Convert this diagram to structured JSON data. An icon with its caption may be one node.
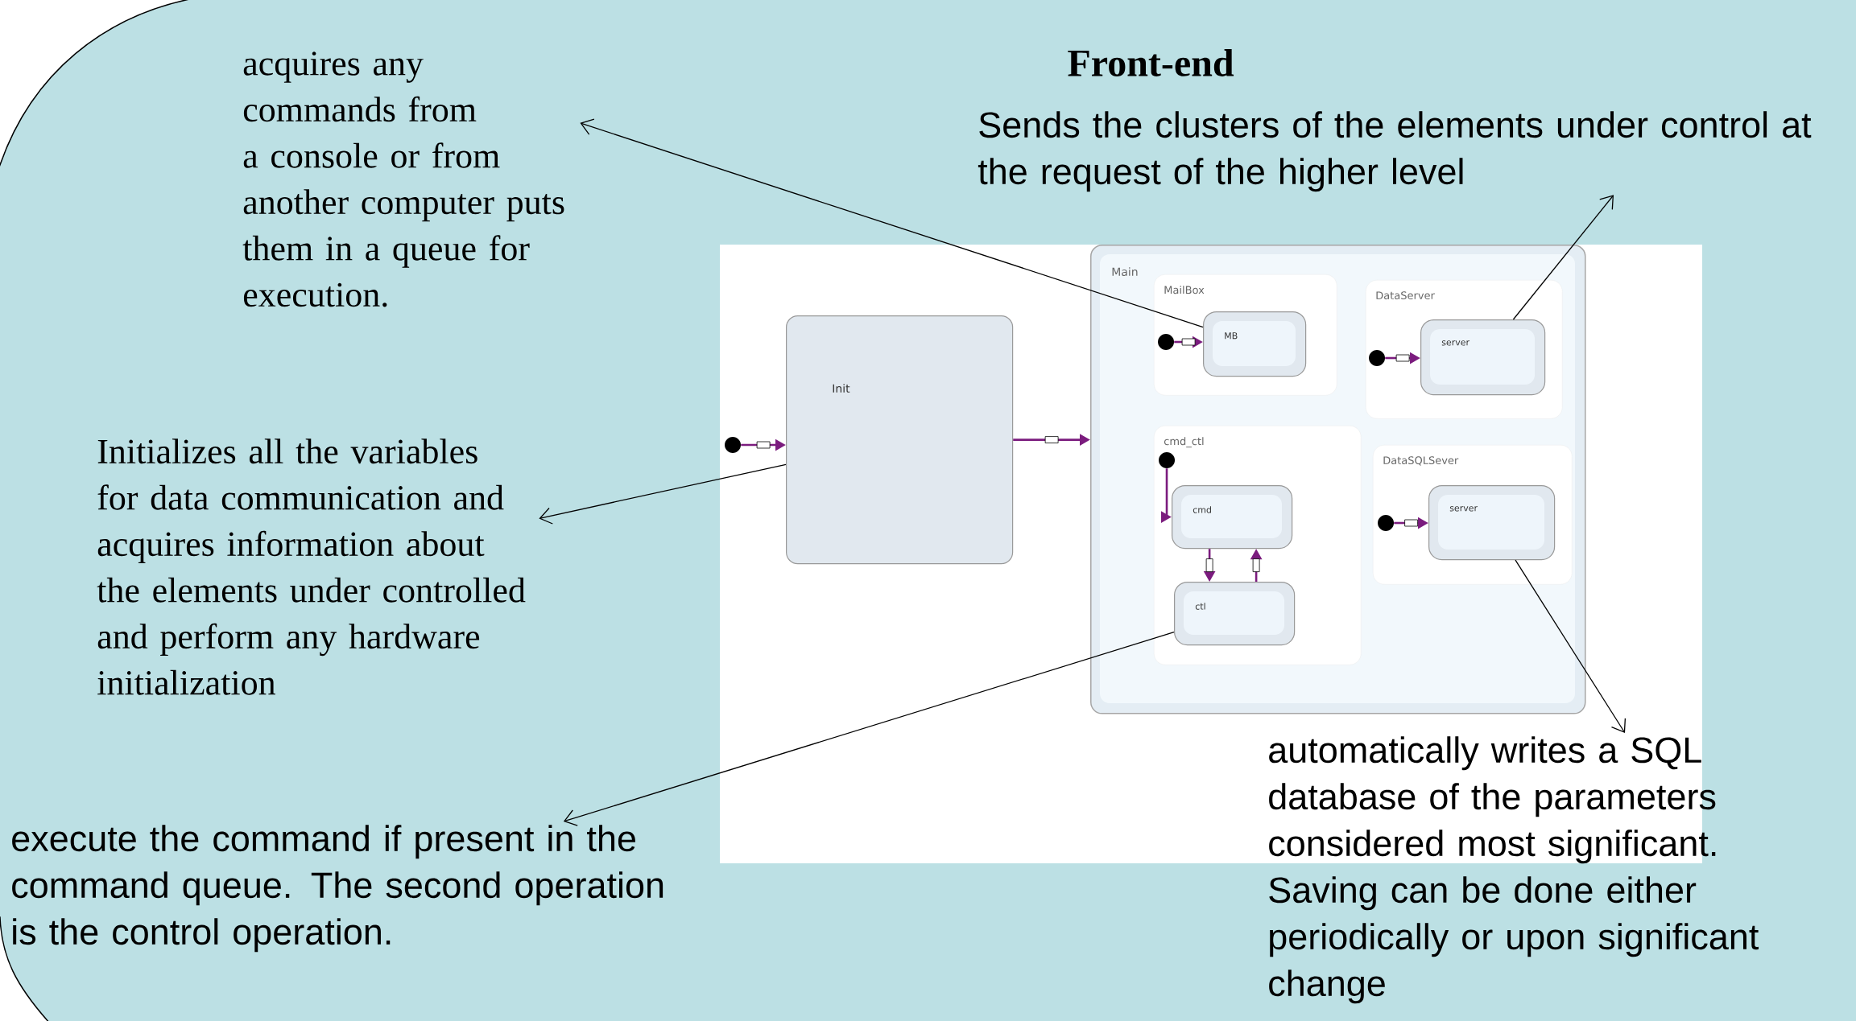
{
  "diagram": {
    "title": "Front-end",
    "nodes": [
      {
        "text": [
          "acquires any commands from a console or from another computer puts them in a queue for execution."
        ]
      },
      {
        "text": [
          "Sends the clusters of the elements under control at the request of the higher level"
        ]
      },
      {
        "text": [
          "Initializes all the variables for data communication and acquires information about the elements under controlled and perform any hardware initialization"
        ]
      },
      {
        "text": [],
        "shape": "circle"
      },
      {
        "text": [
          "Init"
        ]
      },
      {
        "text": [
          "Main"
        ]
      },
      {
        "text": [
          "MailBox"
        ],
        "in": 5
      },
      {
        "text": [],
        "shape": "circle",
        "in": 6
      },
      {
        "text": [
          "MB"
        ],
        "in": 6
      },
      {
        "text": [
          "DataServer"
        ],
        "in": 5
      },
      {
        "text": [],
        "shape": "circle",
        "in": 9
      },
      {
        "text": [
          "server"
        ],
        "in": 9
      },
      {
        "text": [
          "cmd_ctl"
        ],
        "in": 5
      },
      {
        "text": [],
        "shape": "circle",
        "in": 12
      },
      {
        "text": [
          "cmd"
        ],
        "in": 12
      },
      {
        "text": [
          "ctl"
        ],
        "in": 12
      },
      {
        "text": [
          "DataSQLSever"
        ],
        "in": 5
      },
      {
        "text": [],
        "shape": "circle",
        "in": 16
      },
      {
        "text": [
          "server"
        ],
        "in": 16
      },
      {
        "text": [
          "execute the command if present in the command queue. The second operation is the control operation."
        ]
      },
      {
        "text": [
          "automatically writes a SQL database of the parameters considered most significant. Saving can be done either periodically or upon significant change"
        ]
      }
    ],
    "edges": [
      {
        "from": 3,
        "to": 4,
        "arrow": "to"
      },
      {
        "from": 4,
        "to": 5,
        "arrow": "to"
      },
      {
        "from": 7,
        "to": 8,
        "arrow": "to"
      },
      {
        "from": 10,
        "to": 11,
        "arrow": "to"
      },
      {
        "from": 13,
        "to": 14,
        "arrow": "to"
      },
      {
        "from": 14,
        "to": 15,
        "arrow": "to"
      },
      {
        "from": 15,
        "to": 14,
        "arrow": "to"
      },
      {
        "from": 17,
        "to": 18,
        "arrow": "to"
      },
      {
        "from": 8,
        "to": 0,
        "arrow": "to",
        "color": "#000000"
      },
      {
        "from": 11,
        "to": 1,
        "arrow": "to",
        "color": "#000000"
      },
      {
        "from": 4,
        "to": 2,
        "arrow": "to",
        "color": "#000000"
      },
      {
        "from": 15,
        "to": 19,
        "arrow": "to",
        "color": "#000000"
      },
      {
        "from": 18,
        "to": 20,
        "arrow": "to",
        "color": "#000000"
      }
    ]
  }
}
